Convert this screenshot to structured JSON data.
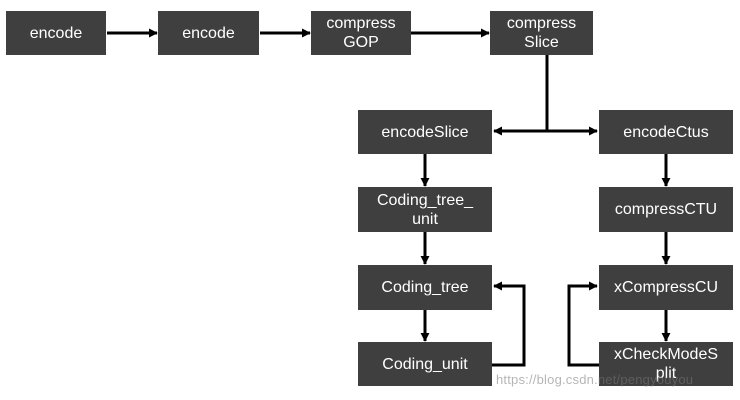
{
  "diagram": {
    "colors": {
      "node_fill": "#3f3f3f",
      "node_text": "#ffffff",
      "arrow": "#000000",
      "background": "#ffffff"
    },
    "nodes": {
      "encode_1": "encode",
      "encode_2": "encode",
      "compress_gop": "compress\nGOP",
      "compress_slice": "compress\nSlice",
      "encode_slice": "encodeSlice",
      "encode_ctus": "encodeCtus",
      "coding_tree_unit": "Coding_tree_\nunit",
      "coding_tree": "Coding_tree",
      "coding_unit": "Coding_unit",
      "compress_ctu": "compressCTU",
      "x_compress_cu": "xCompressCU",
      "x_check_mode_split": "xCheckModeS\nplit"
    },
    "edges": [
      {
        "from": "encode_1",
        "to": "encode_2"
      },
      {
        "from": "encode_2",
        "to": "compress_gop"
      },
      {
        "from": "compress_gop",
        "to": "compress_slice"
      },
      {
        "from": "compress_slice",
        "to": "encode_slice"
      },
      {
        "from": "compress_slice",
        "to": "encode_ctus"
      },
      {
        "from": "encode_slice",
        "to": "coding_tree_unit"
      },
      {
        "from": "coding_tree_unit",
        "to": "coding_tree"
      },
      {
        "from": "coding_tree",
        "to": "coding_unit"
      },
      {
        "from": "coding_unit",
        "to": "coding_tree"
      },
      {
        "from": "encode_ctus",
        "to": "compress_ctu"
      },
      {
        "from": "compress_ctu",
        "to": "x_compress_cu"
      },
      {
        "from": "x_compress_cu",
        "to": "x_check_mode_split"
      },
      {
        "from": "x_check_mode_split",
        "to": "x_compress_cu"
      }
    ],
    "watermark": "https://blog.csdn.net/pengyouyou"
  }
}
